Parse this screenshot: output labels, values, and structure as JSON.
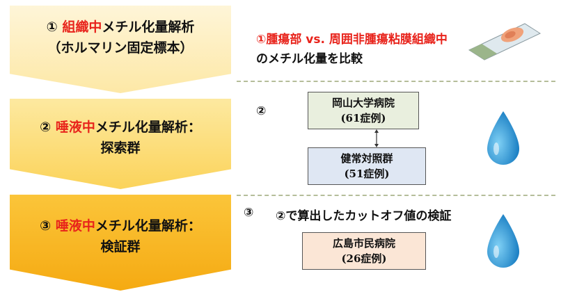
{
  "steps": [
    {
      "num": "①",
      "highlight": "組織中",
      "rest": "メチル化量解析",
      "line2": "（ホルマリン固定標本）"
    },
    {
      "num": "②",
      "highlight": "唾液中",
      "rest": "メチル化量解析：",
      "line2": "探索群"
    },
    {
      "num": "③",
      "highlight": "唾液中",
      "rest": "メチル化量解析：",
      "line2": "検証群"
    }
  ],
  "section1": {
    "line1": "①腫瘍部 vs. 周囲非腫瘍粘膜組織中",
    "line2": "のメチル化量を比較"
  },
  "section2": {
    "marker": "②",
    "box_top": {
      "name": "岡山大学病院",
      "count": "(61症例)"
    },
    "box_bottom": {
      "name": "健常対照群",
      "count": "(51症例)"
    }
  },
  "section3": {
    "marker": "③",
    "description": "②で算出したカットオフ値の検証",
    "box": {
      "name": "広島市民病院",
      "count": "(26症例)"
    }
  },
  "colors": {
    "highlight_red": "#e8231b",
    "section1_red": "#e8231b",
    "box_green": "#e9efde",
    "box_blue": "#dfe7f3",
    "box_peach": "#fbe6d6",
    "drop_blue": "#1f8fd0"
  }
}
